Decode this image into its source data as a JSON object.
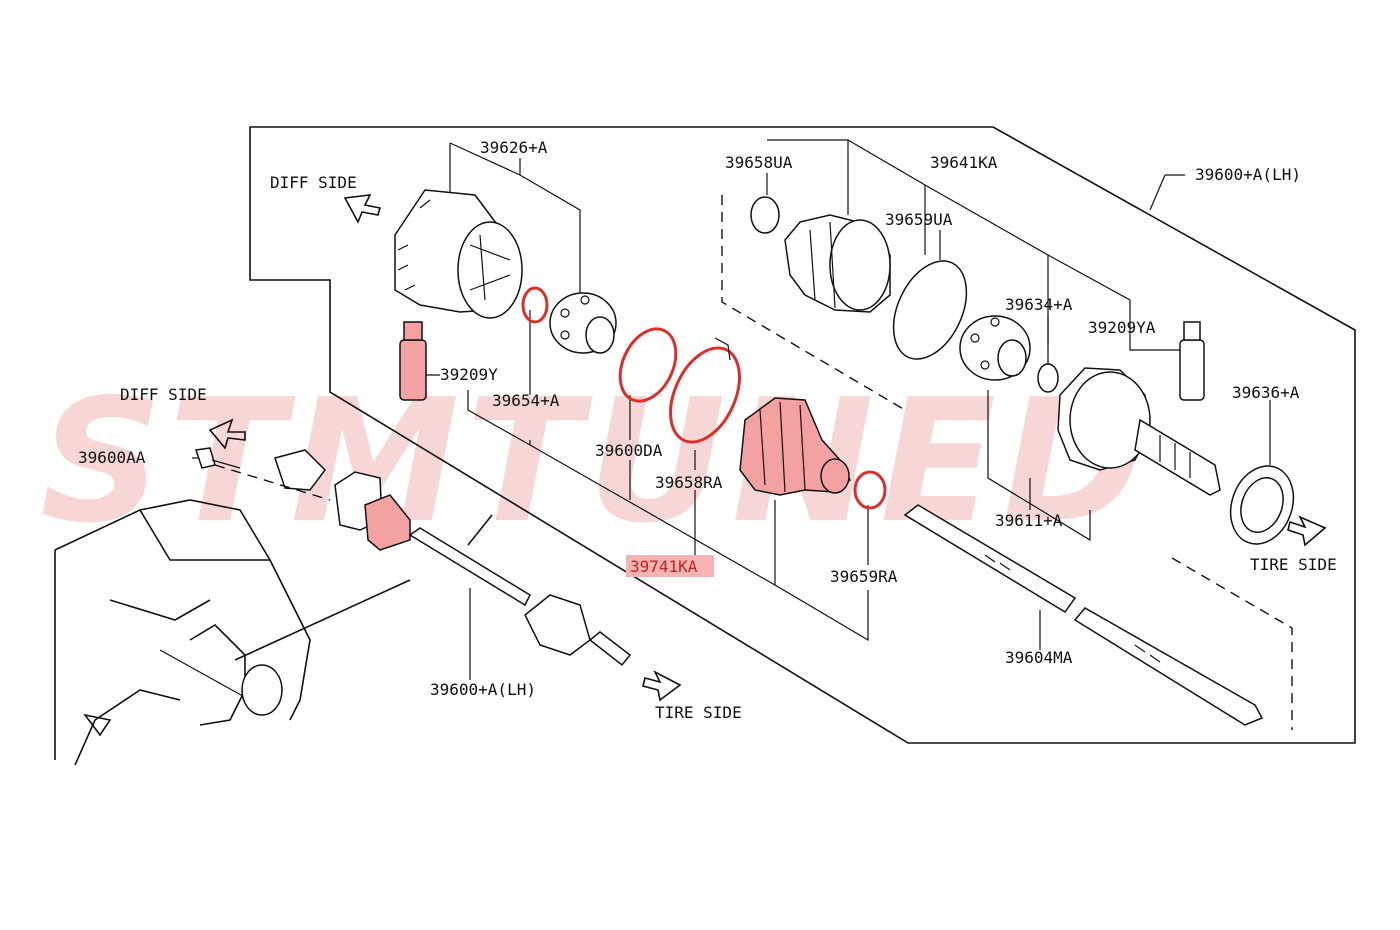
{
  "watermark": "STMTUNED",
  "labels": {
    "diff_side_upper": "DIFF SIDE",
    "diff_side_lower": "DIFF SIDE",
    "tire_side_right": "TIRE SIDE",
    "tire_side_lower": "TIRE SIDE",
    "p39626": "39626+A",
    "p39658UA": "39658UA",
    "p39641KA": "39641KA",
    "p39600LH_top": "39600+A(LH)",
    "p39659UA": "39659UA",
    "p39634": "39634+A",
    "p39209YA": "39209YA",
    "p39209Y": "39209Y",
    "p39654": "39654+A",
    "p39636": "39636+A",
    "p39600DA": "39600DA",
    "p39658RA": "39658RA",
    "p39611": "39611+A",
    "p39741KA": "39741KA",
    "p39659RA": "39659RA",
    "p39604MA": "39604MA",
    "p39600AA": "39600AA",
    "p39600LH_bottom": "39600+A(LH)"
  },
  "colors": {
    "highlight_fill": "#f3a1a1",
    "highlight_stroke": "#d9302a",
    "label_highlight_bg": "#f6b3b3",
    "watermark": "#f7d6d6"
  }
}
